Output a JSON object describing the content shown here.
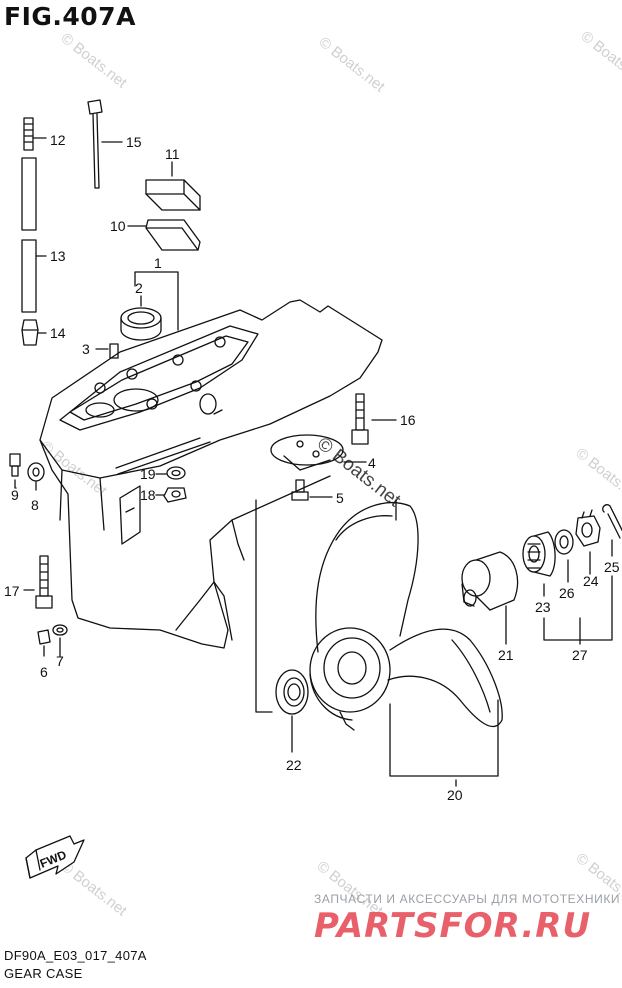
{
  "figure": {
    "title": "FIG.407A",
    "model_code": "DF90A_E03_017_407A",
    "caption": "GEAR CASE"
  },
  "watermarks": {
    "site": "© Boats.net",
    "ru_line": "ЗАПЧАСТИ И АКСЕССУАРЫ ДЛЯ МОТОТЕХНИКИ",
    "brand": "PARTSFOR.RU"
  },
  "direction_badge": {
    "label": "FWD",
    "icon": "arrow-forward-icon"
  },
  "callouts": [
    "1",
    "2",
    "3",
    "4",
    "5",
    "6",
    "7",
    "8",
    "9",
    "10",
    "11",
    "12",
    "13",
    "14",
    "15",
    "16",
    "17",
    "18",
    "19",
    "20",
    "21",
    "22",
    "23",
    "24",
    "25",
    "26",
    "27"
  ],
  "colors": {
    "line": "#111111",
    "watermark": "#d0d0d0",
    "brand": "#e8606a",
    "ru_text": "#9aa0a6"
  }
}
